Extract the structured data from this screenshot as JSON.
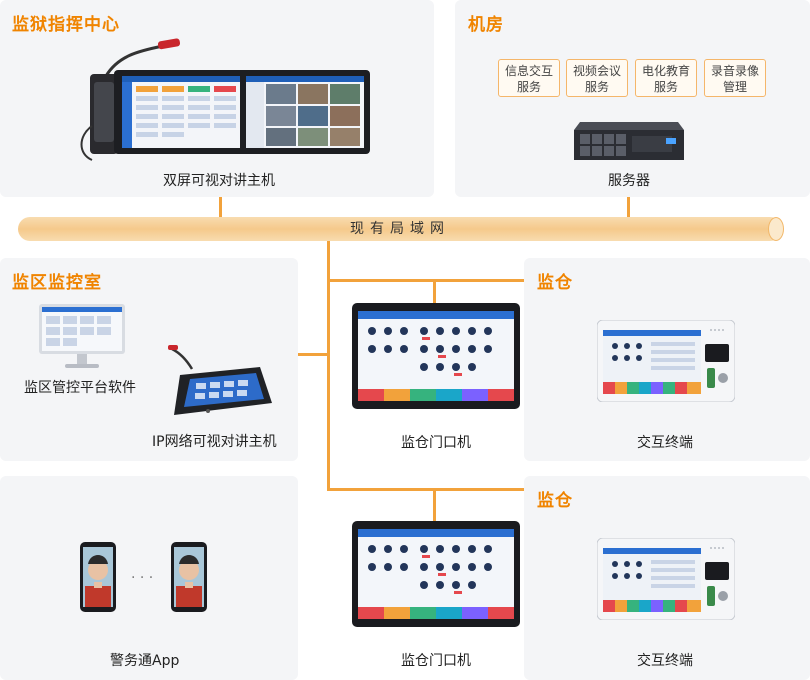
{
  "panels": {
    "command_center": {
      "title": "监狱指挥中心",
      "device_label": "双屏可视对讲主机"
    },
    "machine_room": {
      "title": "机房",
      "services": [
        {
          "line1": "信息交互",
          "line2": "服务"
        },
        {
          "line1": "视频会议",
          "line2": "服务"
        },
        {
          "line1": "电化教育",
          "line2": "服务"
        },
        {
          "line1": "录音录像",
          "line2": "管理"
        }
      ],
      "device_label": "服务器"
    },
    "network": {
      "label": "现有局域网"
    },
    "district_monitor": {
      "title": "监区监控室",
      "software_label": "监区管控平台软件",
      "host_label": "IP网络可视对讲主机"
    },
    "cell_top": {
      "title": "监仓",
      "door_label": "监仓门口机",
      "terminal_label": "交互终端"
    },
    "cell_bottom": {
      "title": "监仓",
      "door_label": "监仓门口机",
      "terminal_label": "交互终端"
    },
    "app": {
      "label": "警务通App",
      "ellipsis": "· · ·"
    }
  },
  "colors": {
    "accent": "#f08400",
    "line": "#f2a23b",
    "panel_bg": "#f4f5f7"
  }
}
